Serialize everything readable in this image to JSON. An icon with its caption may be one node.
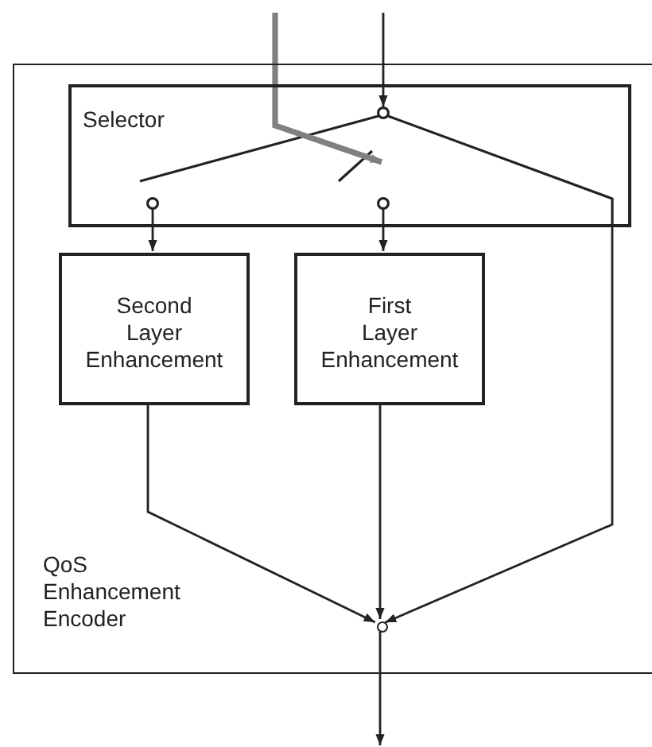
{
  "diagram": {
    "nodes": [
      {
        "text": [
          "QoS Enhancement Encoder"
        ]
      },
      {
        "text": [
          "Selector"
        ],
        "in": 0
      },
      {
        "text": [
          "Second Layer Enhancement"
        ],
        "in": 0
      },
      {
        "text": [
          "First Layer Enhancement"
        ],
        "in": 0
      },
      {
        "text": [],
        "shape": "circle",
        "in": 0
      }
    ],
    "edges": [
      {
        "from": null,
        "to": 1,
        "arrow": "to"
      },
      {
        "from": null,
        "to": 1,
        "arrow": "to",
        "style": "thick",
        "color": "#808080"
      },
      {
        "from": 1,
        "to": 2,
        "arrow": "to"
      },
      {
        "from": 1,
        "to": 3,
        "arrow": "to"
      },
      {
        "from": 2,
        "to": 4,
        "arrow": "to"
      },
      {
        "from": 3,
        "to": 4,
        "arrow": "to"
      },
      {
        "from": 1,
        "to": 4,
        "arrow": "to"
      },
      {
        "from": 4,
        "to": null,
        "arrow": "to"
      }
    ]
  }
}
